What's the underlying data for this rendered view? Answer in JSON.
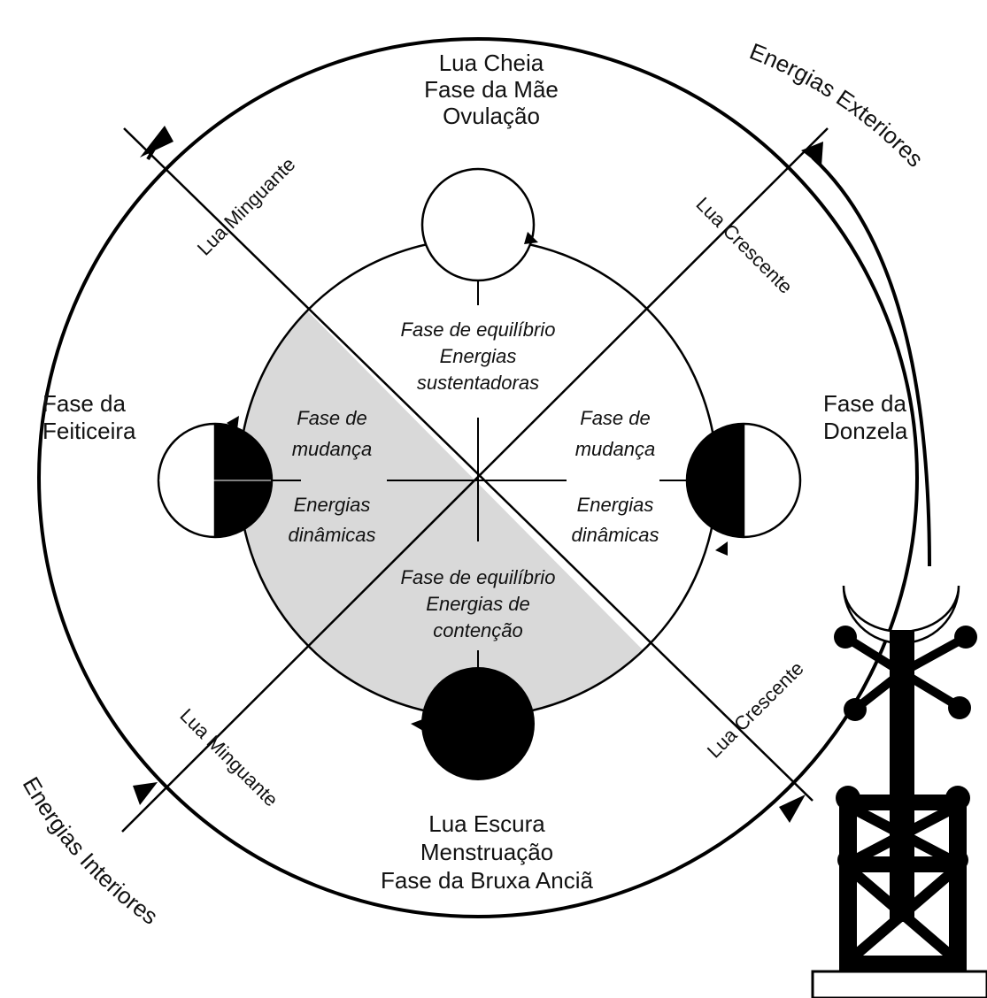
{
  "top": {
    "line1": "Lua Cheia",
    "line2": "Fase da Mãe",
    "line3": "Ovulação"
  },
  "bottom": {
    "line1": "Lua Escura",
    "line2": "Menstruação",
    "line3": "Fase da Bruxa Anciã"
  },
  "left": {
    "line1": "Fase da",
    "line2": "Feiticeira"
  },
  "right": {
    "line1": "Fase da",
    "line2": "Donzela"
  },
  "inner_top": {
    "line1": "Fase de equilíbrio",
    "line2": "Energias",
    "line3": "sustentadoras"
  },
  "inner_bottom": {
    "line1": "Fase de equilíbrio",
    "line2": "Energias de",
    "line3": "contenção"
  },
  "inner_left": {
    "line1": "Fase de",
    "line2": "mudança",
    "line3": "Energias",
    "line4": "dinâmicas"
  },
  "inner_right": {
    "line1": "Fase de",
    "line2": "mudança",
    "line3": "Energias",
    "line4": "dinâmicas"
  },
  "axis_labels": {
    "upper_left": "Lua Minguante",
    "upper_right": "Lua Crescente",
    "lower_left": "Lua Minguante",
    "lower_right": "Lua Crescente"
  },
  "outer": {
    "exteriores": "Energias Exteriores",
    "interiores": "Energias Interiores"
  },
  "colors": {
    "shade": "#d9d9d9",
    "ink": "#000000"
  }
}
